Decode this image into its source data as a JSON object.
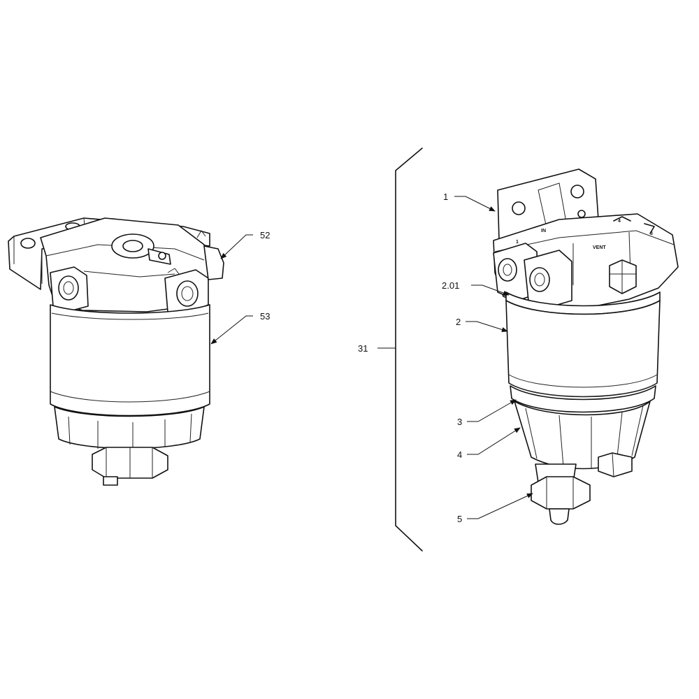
{
  "callouts": {
    "c52": "52",
    "c53": "53",
    "c31": "31",
    "c1": "1",
    "c201": "2.01",
    "c2": "2",
    "c3": "3",
    "c4": "4",
    "c5": "5"
  },
  "stamps": {
    "vent": "VENT",
    "port_in": "IN",
    "arrow_1": "1",
    "arrow_2": "2",
    "arrow_3": "3",
    "arrow_4": "4"
  }
}
